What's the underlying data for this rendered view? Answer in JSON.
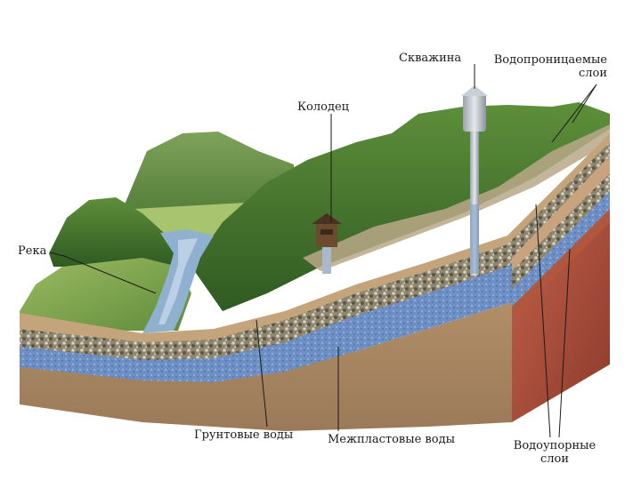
{
  "labels": {
    "well": "Скважина",
    "permeable_line1": "Водопроницаемые",
    "permeable_line2": "слои",
    "dug_well": "Колодец",
    "river": "Река",
    "groundwater": "Грунтовые воды",
    "interstratal": "Межпластовые воды",
    "impermeable_line1": "Водоупорные",
    "impermeable_line2": "слои"
  },
  "colors": {
    "sky": "#ffffff",
    "grass_light": "#8fb35a",
    "grass_dark": "#3f6b2a",
    "river": "#7fa6c9",
    "topsoil": "#b59a72",
    "gravel": "#9a8f78",
    "water_layer": "#6f8fc0",
    "clay": "#a8705a",
    "bedrock": "#b5503e"
  }
}
